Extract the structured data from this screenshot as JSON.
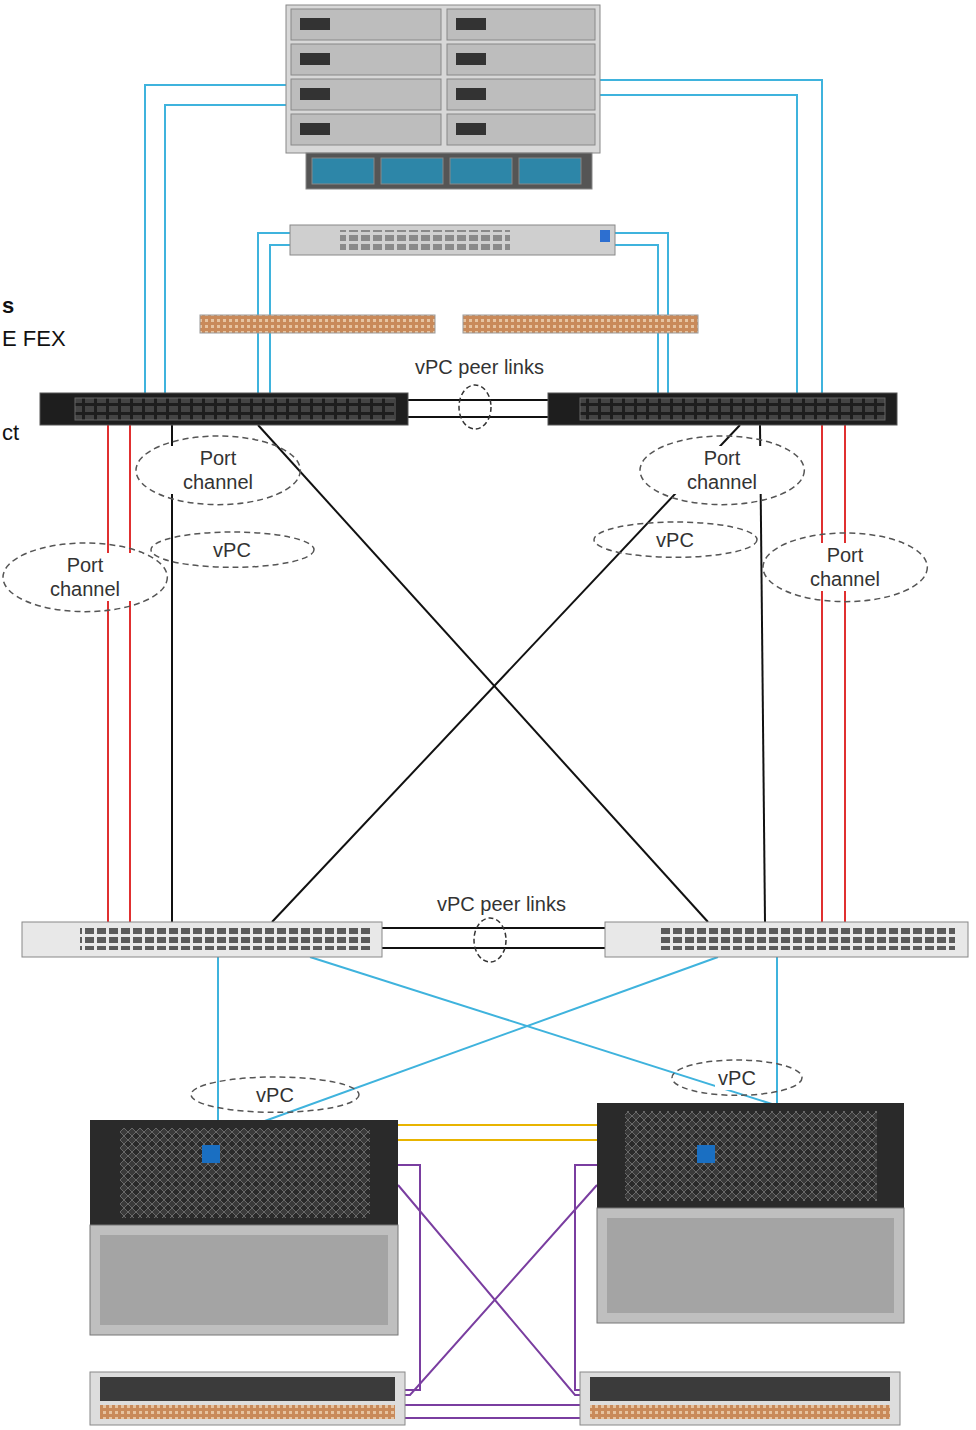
{
  "diagram": {
    "nodes": [
      {
        "text": [
          "Port channel"
        ]
      },
      {
        "text": [
          "Port channel"
        ]
      },
      {
        "text": [
          "vPC"
        ]
      },
      {
        "text": [
          "vPC"
        ]
      },
      {
        "text": [
          "Port channel"
        ]
      },
      {
        "text": [
          "Port channel"
        ]
      },
      {
        "text": [
          "vPC"
        ]
      },
      {
        "text": [
          "vPC"
        ]
      }
    ],
    "labels": [
      "s",
      "E FEX",
      "ct",
      "vPC peer links",
      "vPC peer links"
    ]
  }
}
